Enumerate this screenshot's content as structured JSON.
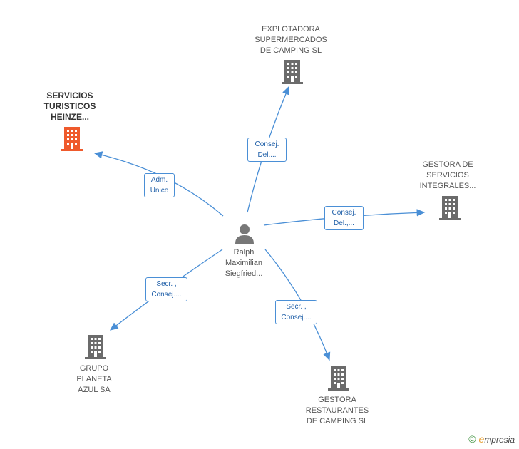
{
  "nodes": {
    "center": {
      "name_lines": [
        "Ralph",
        "Maximilian",
        "Siegfried..."
      ]
    },
    "explotadora": {
      "name_lines": [
        "EXPLOTADORA",
        "SUPERMERCADOS",
        "DE CAMPING SL"
      ]
    },
    "servicios": {
      "name_lines": [
        "SERVICIOS",
        "TURISTICOS",
        "HEINZE..."
      ]
    },
    "gestora_servicios": {
      "name_lines": [
        "GESTORA DE",
        "SERVICIOS",
        "INTEGRALES..."
      ]
    },
    "grupo": {
      "name_lines": [
        "GRUPO",
        "PLANETA",
        "AZUL SA"
      ]
    },
    "gestora_restaurantes": {
      "name_lines": [
        "GESTORA",
        "RESTAURANTES",
        "DE CAMPING SL"
      ]
    }
  },
  "relations": {
    "explotadora": [
      "Consej.",
      "Del...."
    ],
    "servicios": [
      "Adm.",
      "Unico"
    ],
    "gestora_servicios": [
      "Consej.",
      "Del.,..."
    ],
    "grupo": [
      "Secr. ,",
      "Consej...."
    ],
    "gestora_restaurantes": [
      "Secr. ,",
      "Consej...."
    ]
  },
  "colors": {
    "edge": "#4a8fd6",
    "building": "#6b6b6b",
    "highlight": "#ef5a2c",
    "person": "#777777"
  },
  "icons": {
    "company": "building-icon",
    "person": "person-icon"
  },
  "brand": {
    "copyright": "©",
    "initial": "e",
    "rest": "mpresia"
  }
}
